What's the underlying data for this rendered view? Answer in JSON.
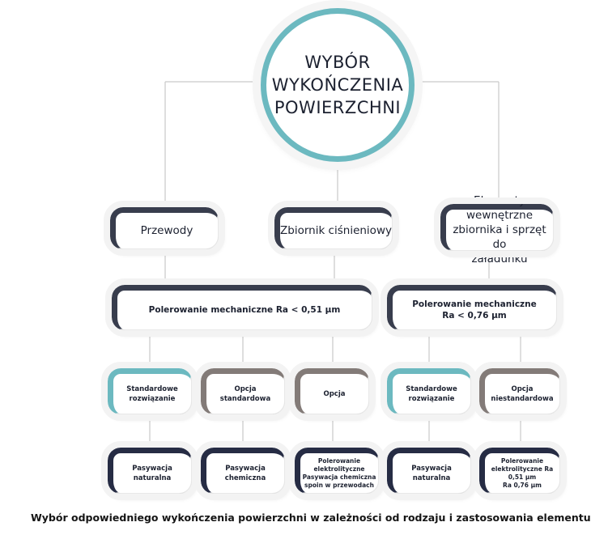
{
  "root": {
    "label": "WYBÓR\nWYKOŃCZENIA\nPOWIERZCHNI"
  },
  "categories": {
    "pipes": "Przewody",
    "vessel": "Zbiornik ciśnieniowy",
    "internals": "Elementy wewnętrzne\nzbiornika i sprzęt do\nzaładunku"
  },
  "polishing": {
    "left": "Polerowanie mechaniczne Ra < 0,51 µm",
    "right": "Polerowanie mechaniczne\nRa < 0,76 µm"
  },
  "options": {
    "o1": "Standardowe\nrozwiązanie",
    "o2": "Opcja\nstandardowa",
    "o3": "Opcja",
    "o4": "Standardowe\nrozwiązanie",
    "o5": "Opcja\nniestandardowa"
  },
  "finishes": {
    "f1": "Pasywacja\nnaturalna",
    "f2": "Pasywacja\nchemiczna",
    "f3": "Polerowanie\nelektrolityczne\nPasywacja chemiczna\nspoin w przewodach",
    "f4": "Pasywacja\nnaturalna",
    "f5": "Polerowanie\nelektrolityczne Ra\n0,51 µm\nRa 0,76 µm"
  },
  "caption": "Wybór odpowiedniego wykończenia powierzchni w zależności od rodzaju i zastosowania elementu.",
  "colors": {
    "dark_frame": "#383d4d",
    "teal_frame": "#6cb9c0",
    "gray_frame": "#837b78",
    "navy_frame": "#262c44",
    "connector": "#c9c9c9"
  }
}
